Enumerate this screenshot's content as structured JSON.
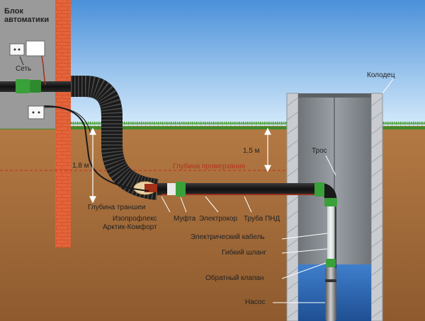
{
  "labels": {
    "automation_block": [
      "Блок",
      "автоматики"
    ],
    "network": "Сеть",
    "well": "Колодец",
    "cable_rope": "Трос",
    "depth_15": "1,5 м",
    "depth_18": "1,8 м",
    "freeze_depth": "Глубина промерзания",
    "trench_depth": "Глубина траншеи",
    "insulation": [
      "Изопрофлекс",
      "Арктик-Комфорт"
    ],
    "coupling": "Муфта",
    "electric_heater": "Электрокор",
    "pipe": "Труба ПНД",
    "electric_cable": "Электрический кабель",
    "flexible_hose": "Гибкий шланг",
    "check_valve": "Обратный клапан",
    "pump": "Насос"
  },
  "colors": {
    "sky_top": "#4a90d9",
    "sky_bottom": "#cfe6fb",
    "grass": "#4fa03a",
    "soil": "#a86a3a",
    "soil_dark": "#8a5530",
    "brick": "#d9532c",
    "well_wall": "#b0b4b8",
    "well_inner": "#8a8f94",
    "water": "#2e6bb8",
    "pipe_black": "#1a1a1a",
    "coupling_green": "#3aa03a",
    "freeze_line": "#c0392b"
  }
}
